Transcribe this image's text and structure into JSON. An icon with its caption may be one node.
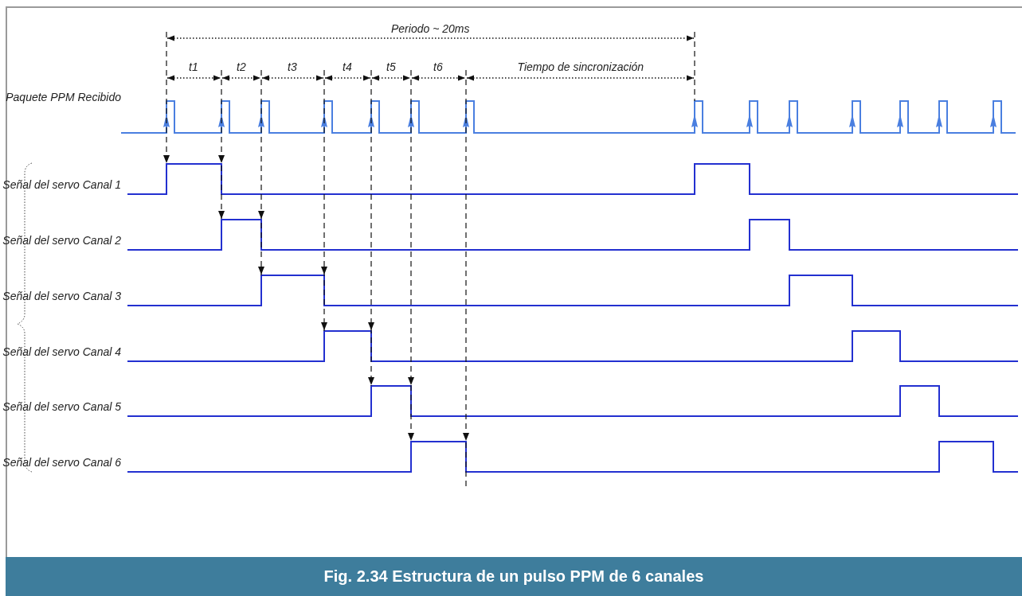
{
  "diagram": {
    "caption": "Fig. 2.34 Estructura de un pulso PPM de 6 canales",
    "labels": [
      "Periodo ~ 20ms",
      "t1",
      "t2",
      "t3",
      "t4",
      "t5",
      "t6",
      "Tiempo de sincronización",
      "Paquete PPM Recibido",
      "Señal del servo Canal 1",
      "Señal del servo Canal 2",
      "Señal del servo Canal 3",
      "Señal del servo Canal 4",
      "Señal del servo Canal 5",
      "Señal del servo Canal 6"
    ]
  }
}
